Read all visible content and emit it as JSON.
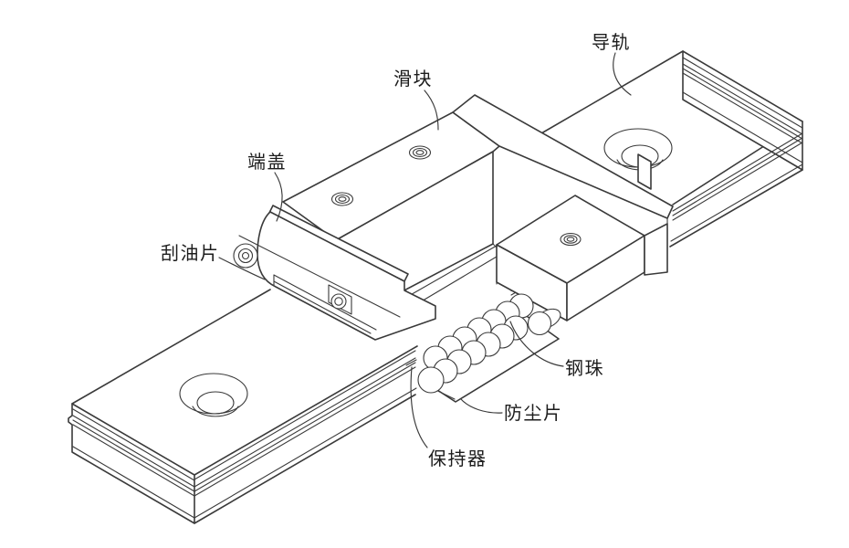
{
  "figure": {
    "type": "isometric technical line drawing",
    "subject": "linear guide rail and carriage block cutaway diagram"
  },
  "labels": {
    "rail": "导轨",
    "slider": "滑块",
    "end_cap": "端盖",
    "oil_scraper": "刮油片",
    "steel_balls": "钢珠",
    "dust_sheet": "防尘片",
    "retainer": "保持器"
  },
  "colors": {
    "line": "#3a3a3a",
    "text": "#1c1c1c",
    "background": "#ffffff"
  }
}
